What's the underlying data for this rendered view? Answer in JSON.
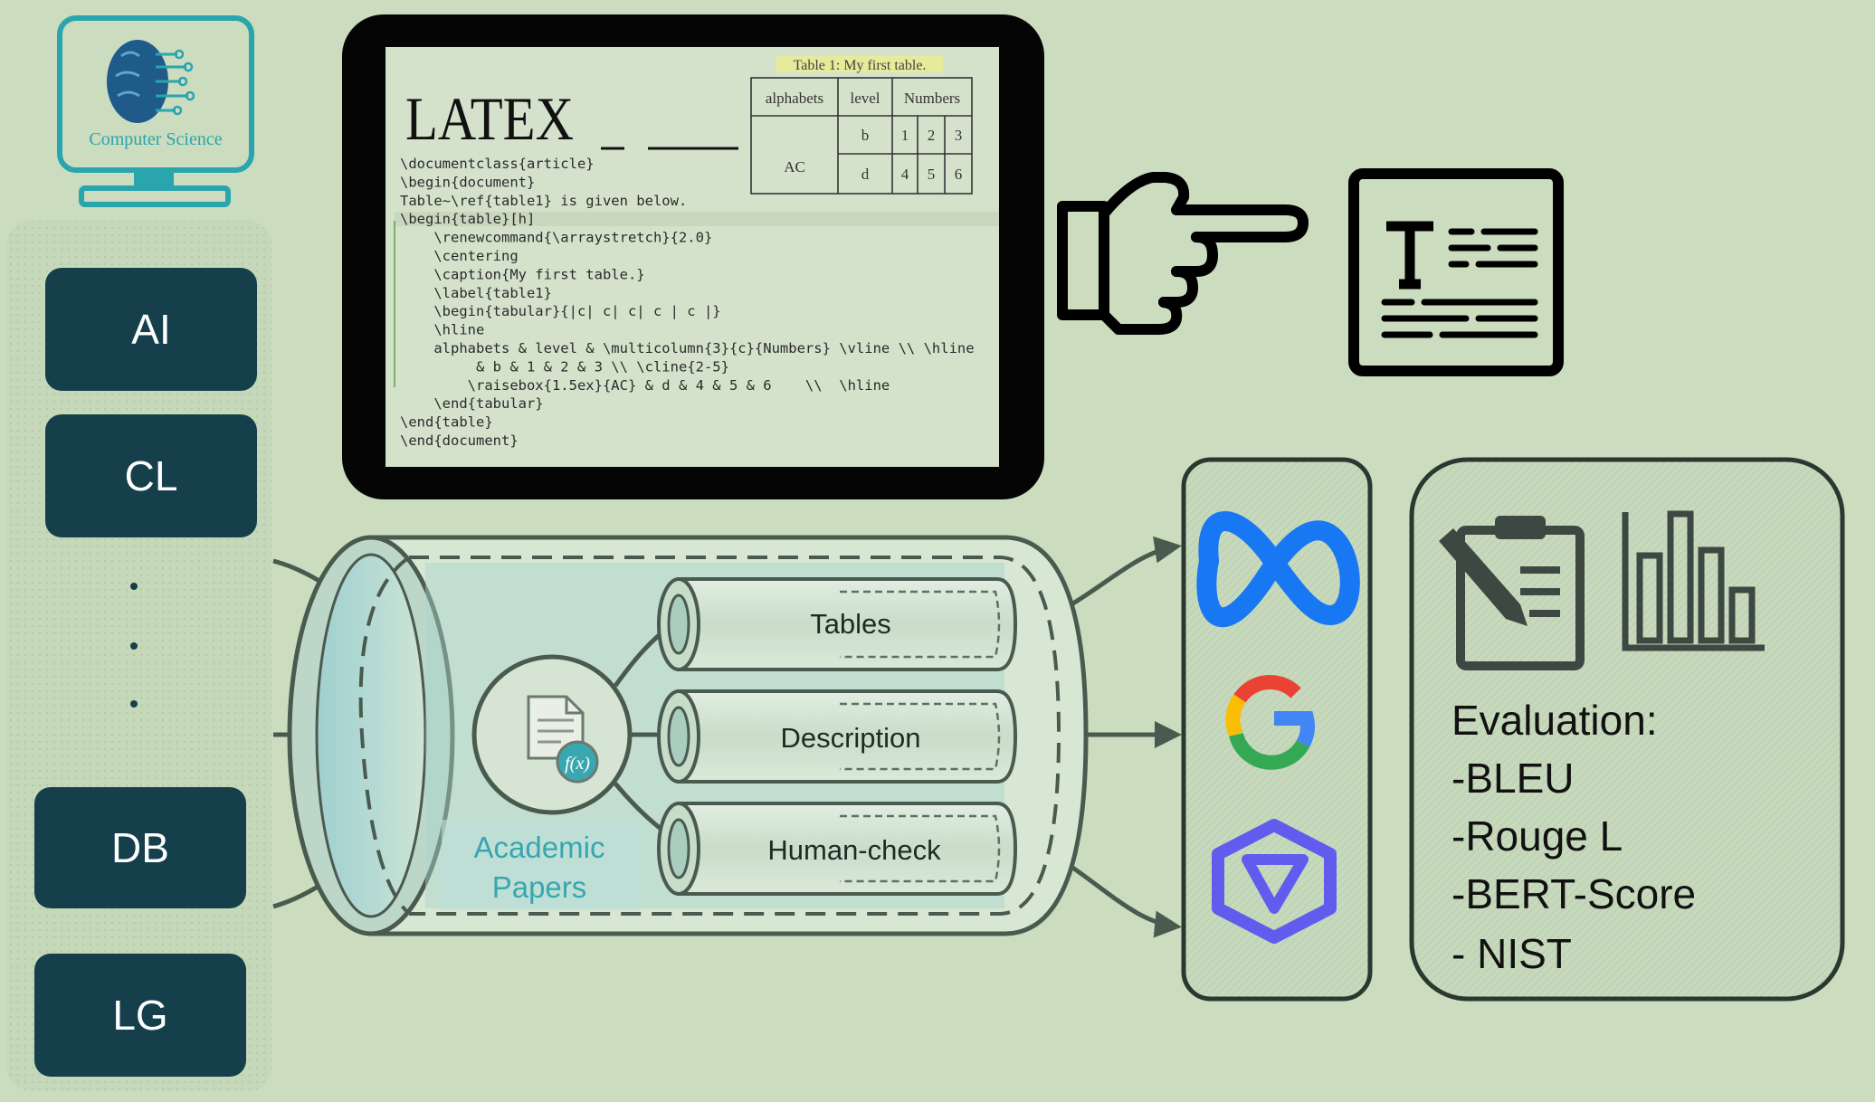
{
  "branding": {
    "label": "Computer Science"
  },
  "categories": {
    "items": [
      "AI",
      "CL",
      "DB",
      "LG"
    ],
    "ellipsis": [
      "·",
      "·",
      "·"
    ]
  },
  "latex_panel": {
    "logo": "LATEX",
    "table_caption": "Table 1: My first table.",
    "table": {
      "headers": [
        "alphabets",
        "level",
        "Numbers"
      ],
      "merged_cell": "AC",
      "row1": [
        "b",
        "1",
        "2",
        "3"
      ],
      "row2": [
        "d",
        "4",
        "5",
        "6"
      ]
    },
    "code_lines": [
      "\\documentclass{article}",
      "\\begin{document}",
      "Table~\\ref{table1} is given below.",
      "\\begin{table}[h]",
      "    \\renewcommand{\\arraystretch}{2.0}",
      "    \\centering",
      "    \\caption{My first table.}",
      "    \\label{table1}",
      "    \\begin{tabular}{|c| c| c| c | c |}",
      "    \\hline",
      "    alphabets & level & \\multicolumn{3}{c}{Numbers} \\vline \\\\ \\hline",
      "         & b & 1 & 2 & 3 \\\\ \\cline{2-5}",
      "        \\raisebox{1.5ex}{AC} & d & 4 & 5 & 6    \\\\  \\hline",
      "    \\end{tabular}",
      "\\end{table}",
      "\\end{document}"
    ]
  },
  "pipeline": {
    "source_label_line1": "Academic",
    "source_label_line2": "Papers",
    "tubes": [
      "Tables",
      "Description",
      "Human-check"
    ]
  },
  "models": {
    "icons": [
      "meta-icon",
      "google-icon",
      "qwen-icon"
    ],
    "colors": {
      "meta": "#1877f2",
      "google_blue": "#4285f4",
      "google_red": "#ea4335",
      "google_yellow": "#fbbc05",
      "google_green": "#34a853",
      "qwen": "#615ced"
    }
  },
  "evaluation": {
    "title": "Evaluation:",
    "metrics": [
      "-BLEU",
      "-Rouge L",
      "-BERT-Score",
      "- NIST"
    ]
  },
  "colors": {
    "background": "#cbdcbf",
    "dark_teal": "#163f4c",
    "teal_accent": "#36a7b0",
    "tube_fill": "#d8e6d4",
    "outline": "#4b5a4f"
  }
}
